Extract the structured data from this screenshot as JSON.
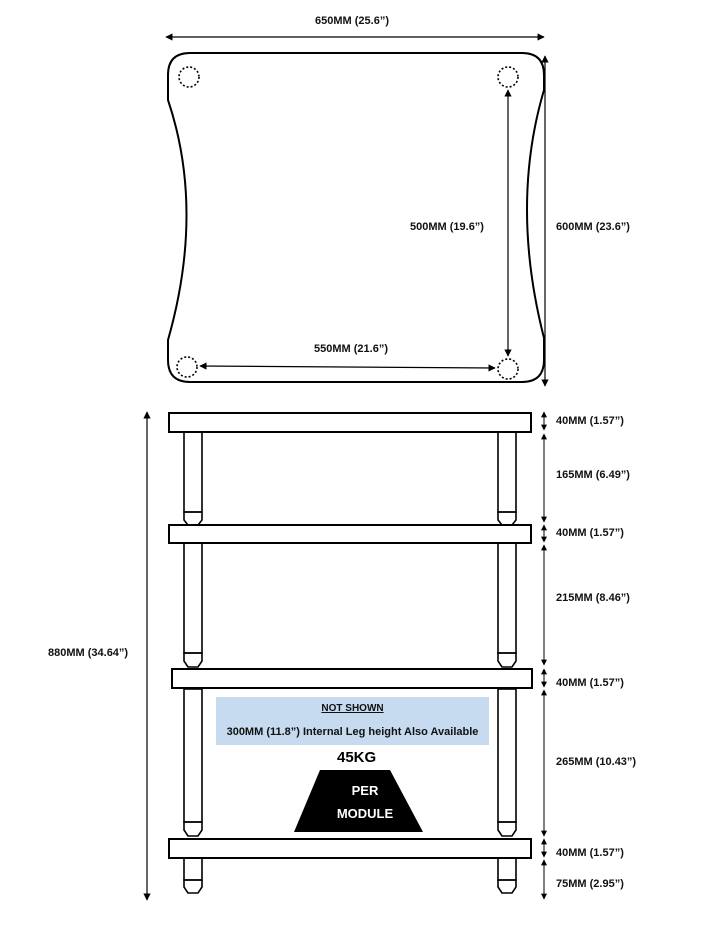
{
  "top_view": {
    "width_label": "650MM (25.6”)",
    "depth_label": "600MM (23.6”)",
    "leg_depth_label": "500MM (19.6”)",
    "leg_width_label": "550MM (21.6”)"
  },
  "side_view": {
    "total_height_label": "880MM (34.64”)",
    "dimensions": [
      "40MM (1.57”)",
      "165MM (6.49”)",
      "40MM (1.57”)",
      "215MM (8.46”)",
      "40MM (1.57”)",
      "265MM (10.43”)",
      "40MM (1.57”)",
      "75MM (2.95”)"
    ]
  },
  "note": {
    "title": "NOT SHOWN",
    "text": "300MM (11.8”) Internal Leg height Also Available"
  },
  "load": {
    "weight": "45KG",
    "per": "PER",
    "module": "MODULE"
  }
}
